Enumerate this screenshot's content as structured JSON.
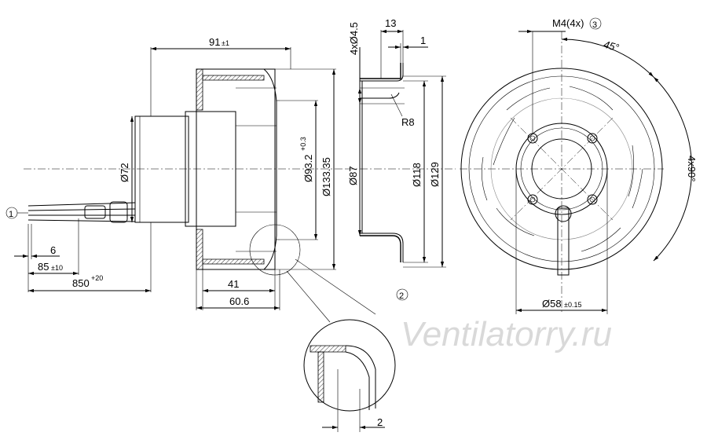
{
  "watermark": "Ventilatorry.ru",
  "callouts": {
    "one": "1",
    "two": "2",
    "three": "3"
  },
  "dims": {
    "d91": "91",
    "d91_tol": "±1",
    "d6": "6",
    "d85": "85",
    "d85_tol": "±10",
    "d850": "850",
    "d850_tol": "+20",
    "d41": "41",
    "d60_6": "60.6",
    "dia72": "Ø72",
    "dia93_2": "Ø93.2",
    "dia93_2_tol": "+0.3",
    "dia133_35": "Ø133.35",
    "holes": "4xØ4.5",
    "d13": "13",
    "d1": "1",
    "r8": "R8",
    "dia87": "Ø87",
    "dia118": "Ø118",
    "dia129": "Ø129",
    "m4": "M4(4x)",
    "ang45": "45°",
    "ang4x90": "4x90°",
    "dia58": "Ø58",
    "dia58_tol": "±0.15",
    "d2": "2"
  }
}
